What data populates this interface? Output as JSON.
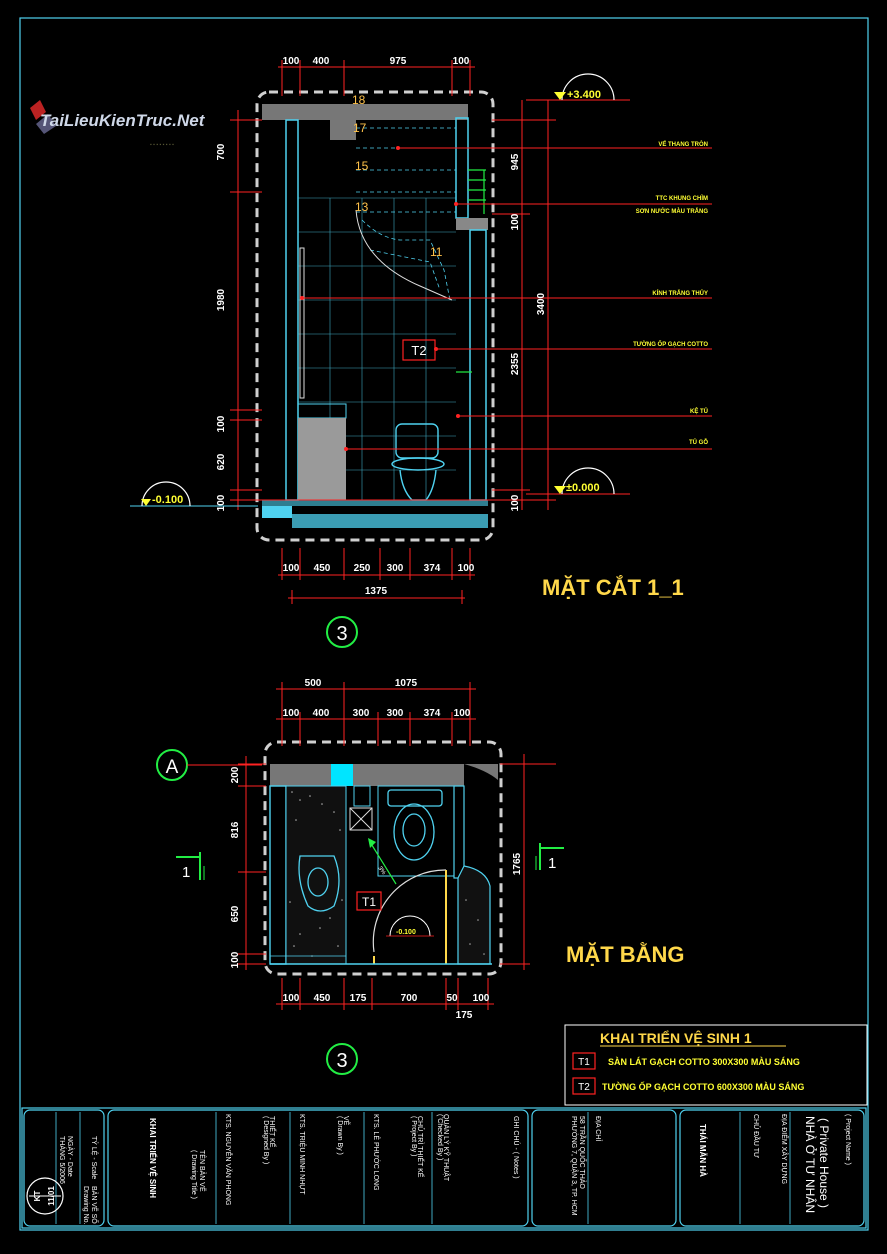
{
  "watermark": "TaiLieuKienTruc.Net",
  "section": {
    "title": "MẶT CẮT 1_1",
    "axis_label": "3",
    "level_top": "+3.400",
    "level_zero": "±0.000",
    "level_left": "-0.100",
    "top_dims": [
      "100",
      "400",
      "975",
      "100"
    ],
    "bottom_dims": [
      "100",
      "450",
      "250",
      "300",
      "374",
      "100"
    ],
    "bottom_total": "1375",
    "left_dims": [
      "700",
      "1980",
      "100",
      "620",
      "100"
    ],
    "right_dims": [
      "945",
      "100",
      "2355",
      "100"
    ],
    "right_total": "3400",
    "stair_steps": [
      "18",
      "17",
      "15",
      "13",
      "11"
    ],
    "tag": "T2",
    "notes": [
      "VẾ THANG TRÒN",
      "TTC KHUNG CHÌM",
      "SƠN NƯỚC MÀU TRẮNG",
      "KÍNH TRẮNG THỦY",
      "TƯỜNG ỐP GẠCH COTTO",
      "KỆ TỦ",
      "TỦ GỖ"
    ]
  },
  "plan": {
    "title": "MẶT BẰNG",
    "axis_label": "3",
    "grid_label": "A",
    "section_mark": "1",
    "top_dims_outer": [
      "500",
      "1075"
    ],
    "top_dims_inner": [
      "100",
      "400",
      "300",
      "300",
      "374",
      "100"
    ],
    "bottom_dims": [
      "100",
      "450",
      "175",
      "700",
      "50",
      "100"
    ],
    "bottom_extra": "175",
    "left_dims": [
      "200",
      "816",
      "650",
      "100"
    ],
    "right_total": "1765",
    "tag": "T1",
    "level": "-0.100",
    "slope": "3%"
  },
  "legend": {
    "title": "KHAI TRIỂN VỆ SINH 1",
    "items": [
      {
        "code": "T1",
        "text": "SÀN LÁT GẠCH COTTO 300X300 MÀU SÁNG"
      },
      {
        "code": "T2",
        "text": "TƯỜNG ỐP GẠCH COTTO 600X300 MÀU SÁNG"
      }
    ]
  },
  "title_block": {
    "scale_label": "TỶ LỆ - Scale",
    "date_label": "NGÀY - Date",
    "date": "THÁNG 5/2006",
    "sheet_label": "BẢN VẼ SỐ",
    "sheet_label_en": "Drawing No.",
    "sheet_no_top": "KT",
    "sheet_no_bottom": "11/01",
    "drawing_title": "KHAI TRIỂN VỆ SINH",
    "drawing_title_label": "TÊN BẢN VẼ",
    "drawing_title_label_en": "( Drawing Title )",
    "people": [
      {
        "name": "KTS. NGUYỄN VĂN PHONG",
        "role": "THIẾT KẾ",
        "role_en": "( Designed By )"
      },
      {
        "name": "KTS. TRIỆU MINH NHỰT",
        "role": "VẼ",
        "role_en": "( Drawn By )"
      },
      {
        "name": "KTS. LÊ PHƯỚC LONG",
        "role": "CHỦ TRÌ THIẾT KẾ",
        "role_en": "( Project By )"
      }
    ],
    "qc_label": "QUẢN LÝ KỸ THUẬT",
    "qc_label_en": "( Checked By )",
    "notes_label": "GHI CHÚ - ( Notes )",
    "address_label": "ĐỊA CHỈ",
    "address": "58 TRẦN QUỐC THẢO",
    "address2": "PHƯỜNG 7, QUẬN 3, TP. HCM",
    "owner": "THÁI MẪN HÀ",
    "owner_label": "CHỦ ĐẦU TƯ",
    "project_name": "NHÀ Ở TƯ NHÂN",
    "project_name_en": "( Private House )",
    "project_label": "( Project Name )",
    "site_label": "ĐỊA ĐIỂM XÂY DỰNG"
  },
  "colors": {
    "background": "#000000",
    "dimension_line": "#ff2222",
    "frame": "#4fd2f0",
    "accent_text": "#ffd84a",
    "hatch": "#9a9a9a",
    "green": "#22ee44"
  }
}
